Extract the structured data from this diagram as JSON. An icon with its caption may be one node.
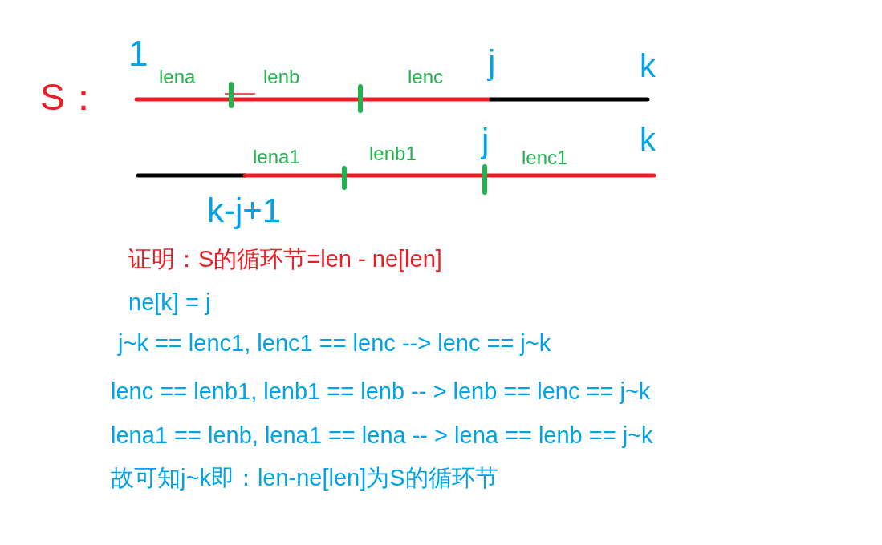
{
  "diagram": {
    "labels": [
      "1",
      "j",
      "k",
      "S：",
      "lena",
      "lenb",
      "lenc",
      "j",
      "k",
      "lena1",
      "lenb1",
      "lenc1",
      "k-j+1",
      "证明：S的循环节=len - ne[len]",
      "ne[k] = j",
      "j~k == lenc1, lenc1 == lenc --> lenc == j~k",
      "lenc == lenb1, lenb1 == lenb -- > lenb == lenc == j~k",
      "lena1 == lenb, lena1 == lena -- > lena == lenb == j~k",
      "故可知j~k即：len-ne[len]为S的循环节"
    ]
  }
}
